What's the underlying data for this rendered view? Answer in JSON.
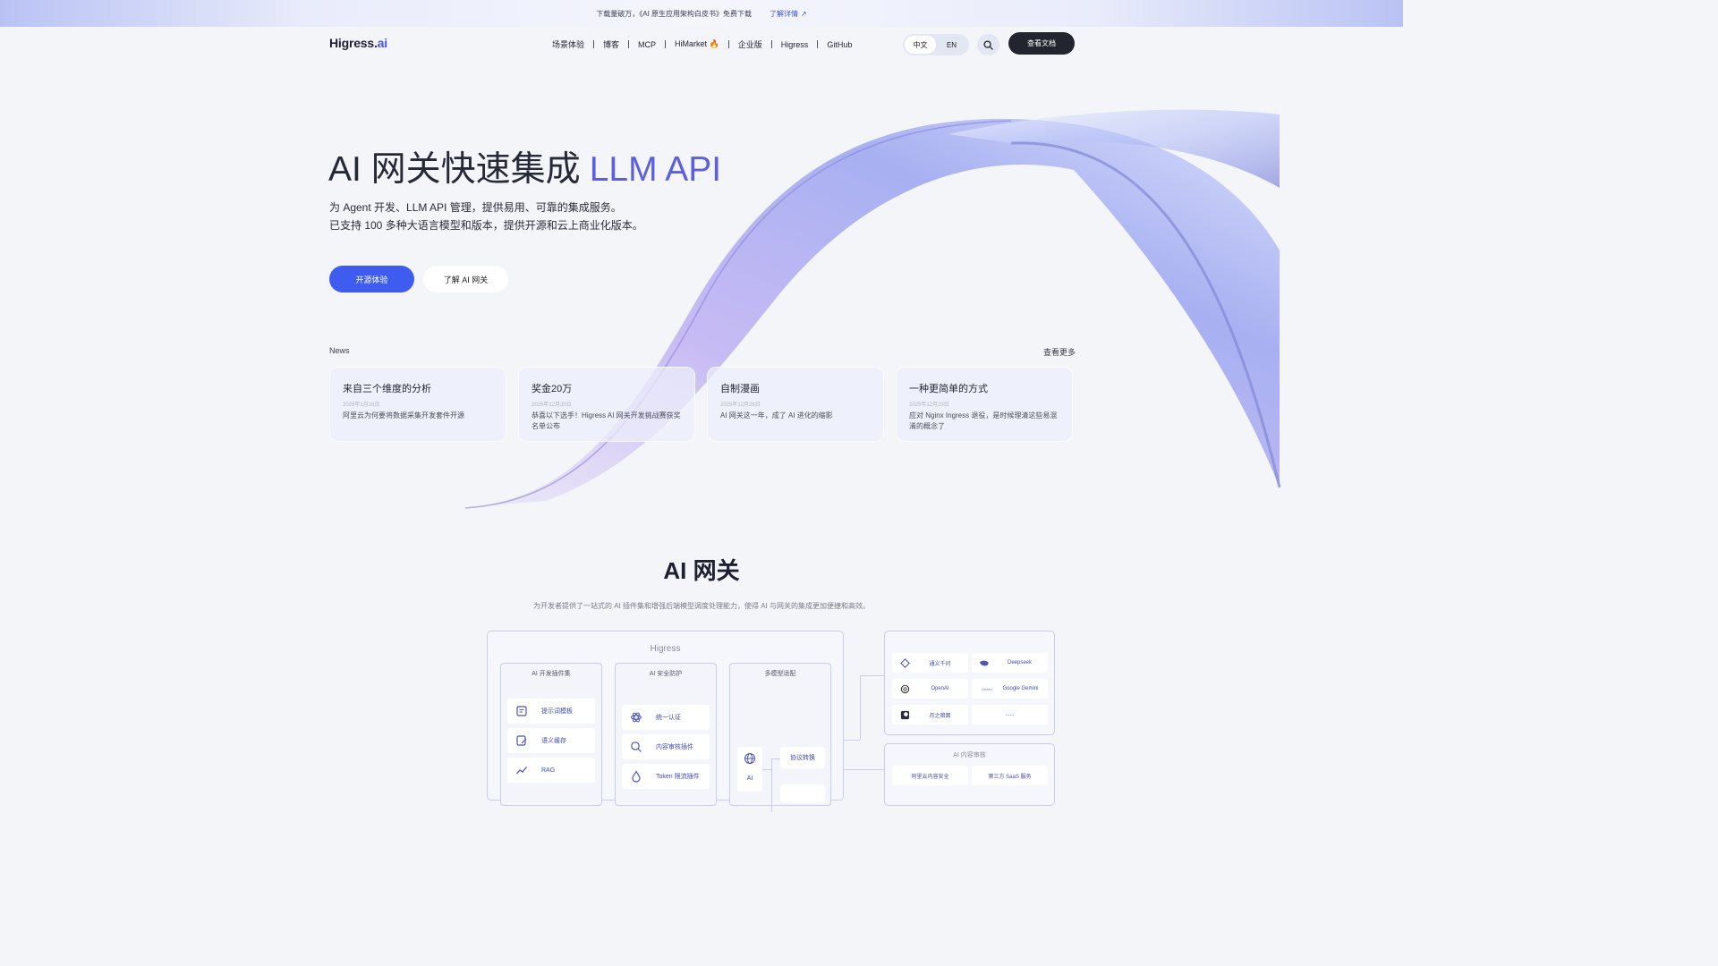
{
  "banner": {
    "text": "下载量破万，《AI 原生应用架构白皮书》免费下载",
    "link": "了解详情",
    "link_arrow": "↗"
  },
  "nav": {
    "logo_main": "Higress.",
    "logo_accent": "ai",
    "menu": [
      "场景体验",
      "博客",
      "MCP",
      "HiMarket",
      "企业版",
      "Higress",
      "GitHub"
    ],
    "himarket_emoji": "🔥",
    "lang_zh": "中文",
    "lang_en": "EN",
    "docs_button": "查看文档"
  },
  "hero": {
    "title": "AI 网关快速集成",
    "title_accent": "LLM API",
    "sub_line1": "为 Agent 开发、LLM API 管理，提供易用、可靠的集成服务。",
    "sub_line2": "已支持 100 多种大语言模型和版本，提供开源和云上商业化版本。",
    "primary_button": "开源体验",
    "secondary_button": "了解 AI 网关"
  },
  "news": {
    "label": "News",
    "more": "查看更多",
    "items": [
      {
        "title": "来自三个维度的分析",
        "date": "2026年1月16日",
        "summary": "阿里云为何要将数据采集开发套件开源"
      },
      {
        "title": "奖金20万",
        "date": "2025年12月30日",
        "summary": "恭喜以下选手！Higress AI 网关开发挑战赛获奖名单公布"
      },
      {
        "title": "自制漫画",
        "date": "2025年12月26日",
        "summary": "AI 网关这一年，成了 AI 进化的缩影"
      },
      {
        "title": "一种更简单的方式",
        "date": "2025年12月23日",
        "summary": " 应对 Nginx Ingress 退役，是时候理清这些易混淆的概念了"
      }
    ]
  },
  "section": {
    "title": "AI 网关",
    "subtitle": "为开发者提供了一站式的 AI 插件集和增强后端模型调度处理能力，使得 AI 与网关的集成更加便捷和高效。"
  },
  "arch": {
    "main_title": "Higress",
    "col1": {
      "title": "AI 开发插件集",
      "items": [
        "提示词模板",
        "语义缓存",
        "RAG"
      ]
    },
    "col2": {
      "title": "AI 安全防护",
      "items": [
        "统一认证",
        "内容审核插件",
        "Token 限流插件"
      ]
    },
    "col3": {
      "title": "多模型适配",
      "ai_label": "AI",
      "protocol": "协议转换"
    },
    "models": [
      "通义千问",
      "Deepseek",
      "OpenAI",
      "Google Gemini",
      "月之暗面",
      "......"
    ],
    "gemini_logo": "Gemini",
    "moderation": {
      "title": "AI 内容审核",
      "items": [
        "阿里云内容安全",
        "第三方 SaaS 服务"
      ]
    }
  }
}
